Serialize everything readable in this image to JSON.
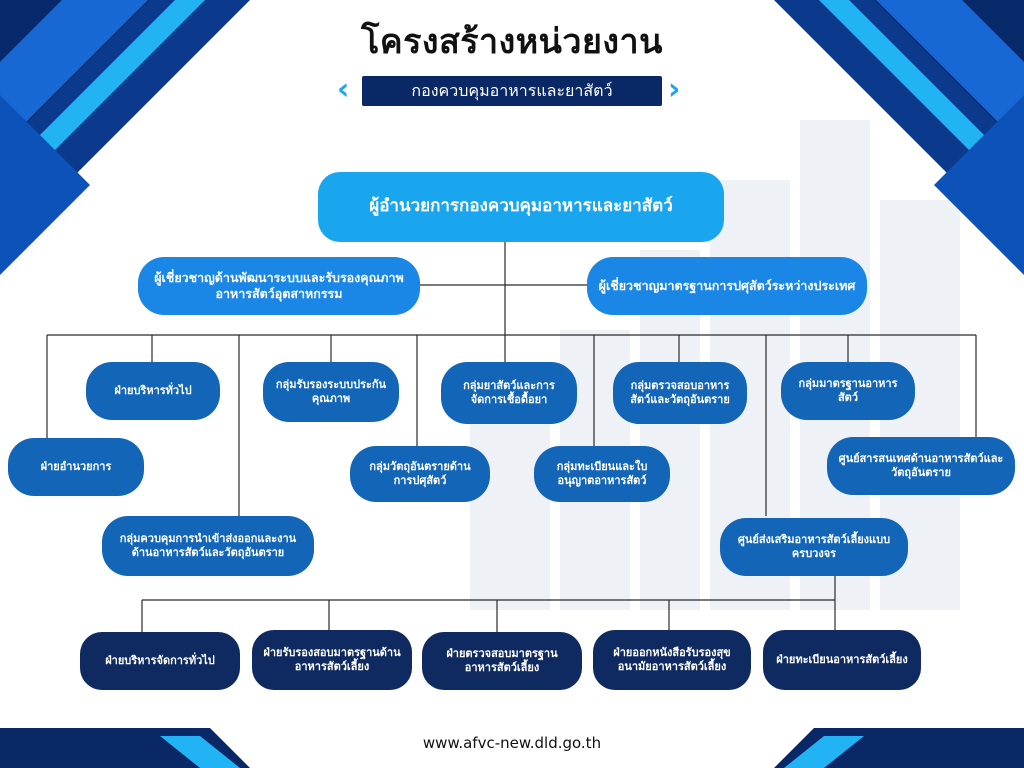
{
  "header": {
    "title": "โครงสร้างหน่วยงาน",
    "subtitle": "กองควบคุมอาหารและยาสัตว์"
  },
  "chart": {
    "director": "ผู้อำนวยการกองควบคุมอาหารและยาสัตว์",
    "experts": [
      "ผู้เชี่ยวชาญด้านพัฒนาระบบและรับรองคุณภาพอาหารสัตว์อุตสาหกรรม",
      "ผู้เชี่ยวชาญมาตรฐานการปศุสัตว์ระหว่างประเทศ"
    ],
    "units": [
      "ฝ่ายบริหารทั่วไป",
      "ฝ่ายอำนวยการ",
      "กลุ่มควบคุมการนำเข้าส่งออกและงานด้านอาหารสัตว์และวัตถุอันตราย",
      "กลุ่มรับรองระบบประกันคุณภาพ",
      "กลุ่มวัตถุอันตรายด้านการปศุสัตว์",
      "กลุ่มยาสัตว์และการจัดการเชื้อดื้อยา",
      "กลุ่มทะเบียนและใบอนุญาตอาหารสัตว์",
      "กลุ่มตรวจสอบอาหารสัตว์และวัตถุอันตราย",
      "กลุ่มมาตรฐานอาหารสัตว์",
      "ศูนย์สารสนเทศด้านอาหารสัตว์และวัตถุอันตราย",
      "ศูนย์ส่งเสริมอาหารสัตว์เลี้ยงแบบครบวงจร"
    ],
    "center_sections": [
      "ฝ่ายบริหารจัดการทั่วไป",
      "ฝ่ายรับรองสอบมาตรฐานด้านอาหารสัตว์เลี้ยง",
      "ฝ่ายตรวจสอบมาตรฐานอาหารสัตว์เลี้ยง",
      "ฝ่ายออกหนังสือรับรองสุขอนามัยอาหารสัตว์เลี้ยง",
      "ฝ่ายทะเบียนอาหารสัตว์เลี้ยง"
    ]
  },
  "footer": {
    "url": "www.afvc-new.dld.go.th"
  },
  "colors": {
    "director": "#1aa6ef",
    "expert": "#1a86e6",
    "unit": "#1366b7",
    "section": "#0f2a60",
    "banner": "#0b2866",
    "accent": "#18a6ee"
  }
}
